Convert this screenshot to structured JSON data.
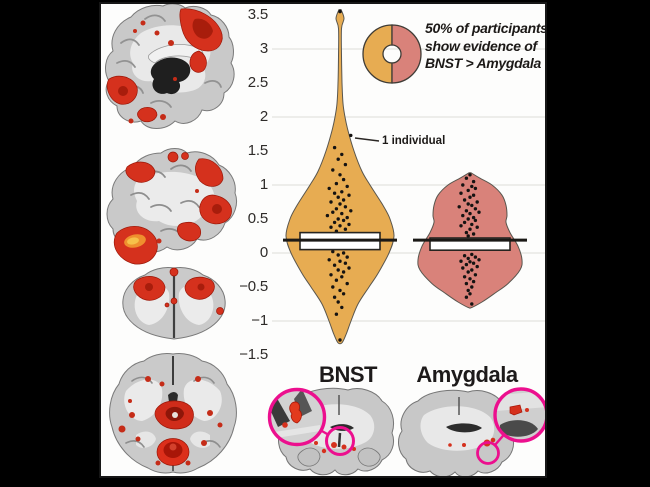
{
  "figure": {
    "background": "#000000",
    "panel_bg": "#fdfdfc",
    "accent_magenta": "#EC0F8E",
    "activation_red": "#D5311D",
    "text_color": "#1C1917"
  },
  "brain_images": {
    "sagittal_medial": "medial sagittal brain slice with red activation",
    "sagittal_lateral": "lateral sagittal brain slice with red activation",
    "axial_superior": "superior axial brain slice with red activation",
    "axial_inferior": "inferior axial brain slice with red activation",
    "coronal_bnst": "coronal slice with BNST activation inset",
    "coronal_amygdala": "coronal slice with amygdala activation inset"
  },
  "chart_data": {
    "type": "violin",
    "categories": [
      "BNST",
      "Amygdala"
    ],
    "ylim": [
      -1.5,
      3.5
    ],
    "yticks": [
      {
        "label": "3.5",
        "value": 3.5
      },
      {
        "label": "3",
        "value": 3
      },
      {
        "label": "2.5",
        "value": 2.5
      },
      {
        "label": "2",
        "value": 2
      },
      {
        "label": "1.5",
        "value": 1.5
      },
      {
        "label": "1",
        "value": 1
      },
      {
        "label": "0.5",
        "value": 0.5
      },
      {
        "label": "0",
        "value": 0
      },
      {
        "label": "−0.5",
        "value": -0.5
      },
      {
        "label": "−1",
        "value": -1
      },
      {
        "label": "−1.5",
        "value": -1.5
      }
    ],
    "gridline_values": [
      3,
      2,
      1,
      0,
      -1
    ],
    "grid_color": "#e4e4e0",
    "annotation": {
      "text": "1 individual",
      "value": 1.75
    },
    "legend": {
      "caption": [
        "50% of participants",
        "show evidence of",
        "BNST > Amygdala"
      ],
      "donut": {
        "left_color": "#E7AC52",
        "right_color": "#D9827A",
        "left_fraction": 0.5
      }
    },
    "series": [
      {
        "name": "BNST",
        "color": "#E7AC52",
        "range": [
          -1.32,
          3.58
        ],
        "box": {
          "q1": 0.05,
          "q3": 0.3,
          "median": 0.19
        },
        "density": [
          [
            3.58,
            1
          ],
          [
            3.45,
            4
          ],
          [
            3.3,
            1.5
          ],
          [
            2.9,
            1.5
          ],
          [
            2.5,
            2
          ],
          [
            2.2,
            3
          ],
          [
            2.0,
            5
          ],
          [
            1.8,
            8
          ],
          [
            1.5,
            14
          ],
          [
            1.2,
            22
          ],
          [
            1.0,
            30
          ],
          [
            0.7,
            43
          ],
          [
            0.5,
            50
          ],
          [
            0.25,
            54
          ],
          [
            0.0,
            49
          ],
          [
            -0.3,
            38
          ],
          [
            -0.5,
            29
          ],
          [
            -0.75,
            18
          ],
          [
            -1.0,
            11
          ],
          [
            -1.2,
            6
          ],
          [
            -1.32,
            2
          ]
        ],
        "points": [
          [
            6,
            1.73
          ],
          [
            0,
            3.55
          ],
          [
            -3,
            1.55
          ],
          [
            1,
            1.45
          ],
          [
            -1,
            1.38
          ],
          [
            3,
            1.3
          ],
          [
            -4,
            1.22
          ],
          [
            0,
            1.15
          ],
          [
            2,
            1.08
          ],
          [
            -2,
            1.02
          ],
          [
            4,
            0.98
          ],
          [
            -6,
            0.95
          ],
          [
            1,
            0.9
          ],
          [
            -3,
            0.88
          ],
          [
            5,
            0.85
          ],
          [
            -1,
            0.82
          ],
          [
            2,
            0.78
          ],
          [
            -5,
            0.75
          ],
          [
            0,
            0.72
          ],
          [
            3,
            0.68
          ],
          [
            -2,
            0.65
          ],
          [
            6,
            0.62
          ],
          [
            -4,
            0.6
          ],
          [
            1,
            0.58
          ],
          [
            -7,
            0.55
          ],
          [
            4,
            0.52
          ],
          [
            -1,
            0.5
          ],
          [
            2,
            0.48
          ],
          [
            -3,
            0.45
          ],
          [
            5,
            0.42
          ],
          [
            0,
            0.4
          ],
          [
            -5,
            0.38
          ],
          [
            3,
            0.35
          ],
          [
            -2,
            0.32
          ],
          [
            1,
            0.28
          ],
          [
            -4,
            0.02
          ],
          [
            2,
            0.0
          ],
          [
            -1,
            -0.03
          ],
          [
            4,
            -0.06
          ],
          [
            -6,
            -0.1
          ],
          [
            0,
            -0.12
          ],
          [
            3,
            -0.15
          ],
          [
            -3,
            -0.18
          ],
          [
            5,
            -0.22
          ],
          [
            -1,
            -0.25
          ],
          [
            2,
            -0.28
          ],
          [
            -5,
            -0.32
          ],
          [
            1,
            -0.35
          ],
          [
            -2,
            -0.4
          ],
          [
            4,
            -0.45
          ],
          [
            -4,
            -0.5
          ],
          [
            0,
            -0.55
          ],
          [
            2,
            -0.6
          ],
          [
            -3,
            -0.65
          ],
          [
            -1,
            -0.72
          ],
          [
            1,
            -0.8
          ],
          [
            -2,
            -0.9
          ],
          [
            0,
            -1.28
          ]
        ]
      },
      {
        "name": "Amygdala",
        "color": "#D9827A",
        "range": [
          -0.8,
          1.18
        ],
        "box": {
          "q1": 0.04,
          "q3": 0.22,
          "median": 0.19
        },
        "density": [
          [
            1.18,
            1
          ],
          [
            1.1,
            10
          ],
          [
            1.0,
            22
          ],
          [
            0.85,
            32
          ],
          [
            0.7,
            36
          ],
          [
            0.55,
            37
          ],
          [
            0.45,
            36
          ],
          [
            0.3,
            40
          ],
          [
            0.1,
            48
          ],
          [
            -0.1,
            52
          ],
          [
            -0.25,
            50
          ],
          [
            -0.45,
            38
          ],
          [
            -0.6,
            24
          ],
          [
            -0.72,
            12
          ],
          [
            -0.8,
            2
          ]
        ],
        "points": [
          [
            0,
            1.15
          ],
          [
            -2,
            1.1
          ],
          [
            2,
            1.05
          ],
          [
            -4,
            1.0
          ],
          [
            1,
            0.98
          ],
          [
            3,
            0.95
          ],
          [
            -1,
            0.92
          ],
          [
            -5,
            0.88
          ],
          [
            2,
            0.85
          ],
          [
            0,
            0.82
          ],
          [
            -3,
            0.78
          ],
          [
            4,
            0.75
          ],
          [
            -1,
            0.72
          ],
          [
            1,
            0.7
          ],
          [
            -6,
            0.68
          ],
          [
            3,
            0.65
          ],
          [
            -2,
            0.62
          ],
          [
            5,
            0.6
          ],
          [
            0,
            0.58
          ],
          [
            -4,
            0.55
          ],
          [
            2,
            0.52
          ],
          [
            -1,
            0.5
          ],
          [
            3,
            0.48
          ],
          [
            -3,
            0.45
          ],
          [
            1,
            0.42
          ],
          [
            -5,
            0.4
          ],
          [
            4,
            0.38
          ],
          [
            0,
            0.35
          ],
          [
            -2,
            0.3
          ],
          [
            2,
            0.28
          ],
          [
            -1,
            0.25
          ],
          [
            1,
            -0.02
          ],
          [
            -3,
            -0.04
          ],
          [
            3,
            -0.06
          ],
          [
            -1,
            -0.08
          ],
          [
            5,
            -0.1
          ],
          [
            -5,
            -0.12
          ],
          [
            0,
            -0.13
          ],
          [
            2,
            -0.15
          ],
          [
            -2,
            -0.17
          ],
          [
            4,
            -0.2
          ],
          [
            -4,
            -0.22
          ],
          [
            1,
            -0.25
          ],
          [
            -1,
            -0.28
          ],
          [
            3,
            -0.32
          ],
          [
            -3,
            -0.35
          ],
          [
            0,
            -0.38
          ],
          [
            2,
            -0.42
          ],
          [
            -2,
            -0.45
          ],
          [
            1,
            -0.5
          ],
          [
            -1,
            -0.55
          ],
          [
            0,
            -0.6
          ],
          [
            -2,
            -0.65
          ],
          [
            1,
            -0.75
          ]
        ]
      }
    ]
  }
}
